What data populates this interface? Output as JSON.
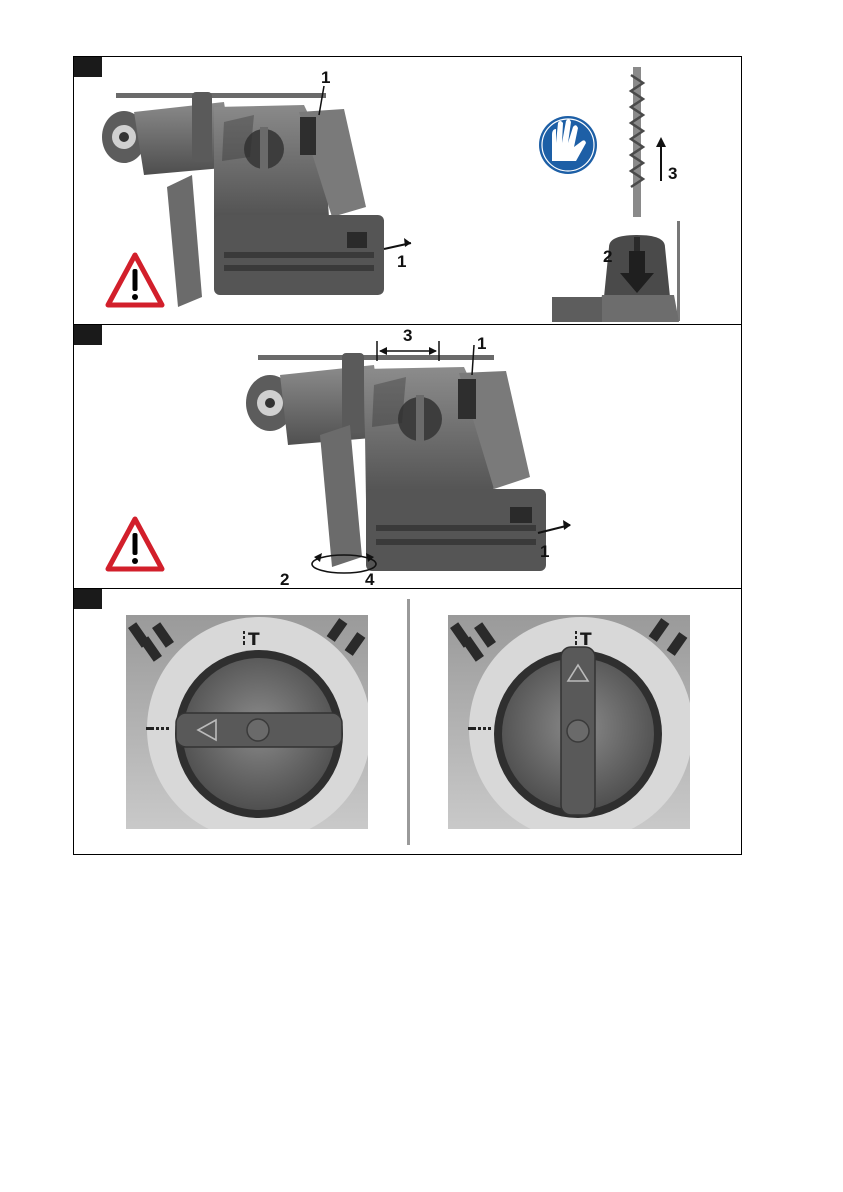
{
  "figure": {
    "panel1": {
      "callouts": {
        "c1_top": "1",
        "c1_bottom": "1",
        "c2": "2",
        "c3": "3"
      },
      "icons": [
        "hammer-drill",
        "warning-triangle-icon",
        "wear-gloves-icon",
        "drill-bit",
        "chuck-sleeve",
        "up-arrow-icon",
        "down-arrow-icon"
      ]
    },
    "panel2": {
      "callouts": {
        "c1_top": "1",
        "c1_right": "1",
        "c2": "2",
        "c3": "3",
        "c4": "4"
      },
      "icons": [
        "hammer-drill",
        "side-handle",
        "depth-gauge",
        "rotate-arrow-icon",
        "warning-triangle-icon"
      ]
    },
    "panel3": {
      "left_dial": {
        "mode_label": "hammer-drilling-symbol",
        "pointer": "left"
      },
      "right_dial": {
        "mode_label": "hammer-drilling-symbol",
        "pointer": "up"
      }
    }
  }
}
